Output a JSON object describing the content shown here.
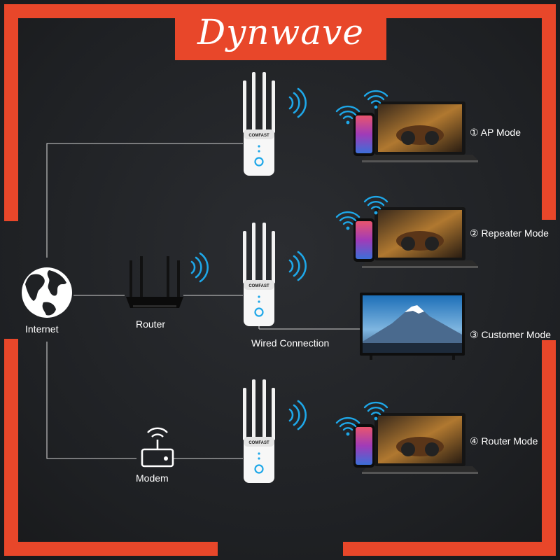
{
  "brand": {
    "name": "Dynwave"
  },
  "source": {
    "internet_label": "Internet",
    "router_label": "Router",
    "modem_label": "Modem"
  },
  "extender": {
    "logo_text": "COMFAST"
  },
  "connection": {
    "wired_label": "Wired Connection"
  },
  "modes": [
    {
      "label": "① AP Mode"
    },
    {
      "label": "② Repeater Mode"
    },
    {
      "label": "③ Customer Mode"
    },
    {
      "label": "④ Router Mode"
    }
  ],
  "colors": {
    "accent": "#e8472a",
    "wifi": "#1ea7e8",
    "background": "#1f2124",
    "line": "#d0d0d0"
  }
}
